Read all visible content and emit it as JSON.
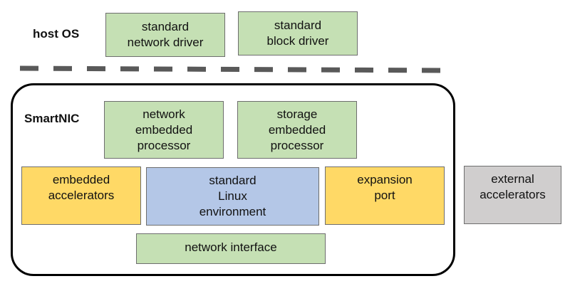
{
  "host_os": {
    "label": "host OS",
    "network_driver": "standard\nnetwork driver",
    "block_driver": "standard\nblock driver"
  },
  "smartnic": {
    "label": "SmartNIC",
    "network_processor": "network\nembedded\nprocessor",
    "storage_processor": "storage\nembedded\nprocessor",
    "embedded_accelerators": "embedded\naccelerators",
    "linux_environment": "standard\nLinux\nenvironment",
    "expansion_port": "expansion\nport",
    "network_interface": "network interface"
  },
  "external": {
    "accelerators": "external\naccelerators"
  },
  "colors": {
    "green": "#c5e0b4",
    "blue": "#b4c7e7",
    "yellow": "#ffd966",
    "grey": "#d0cece",
    "divider": "#595959"
  }
}
